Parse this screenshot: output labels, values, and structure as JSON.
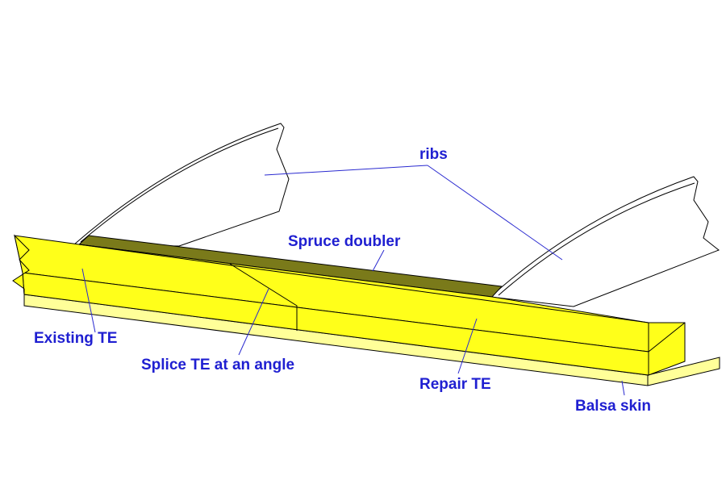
{
  "labels": {
    "ribs": "ribs",
    "spruce_doubler": "Spruce doubler",
    "existing_te": "Existing TE",
    "splice": "Splice TE at an angle",
    "repair_te": "Repair TE",
    "balsa_skin": "Balsa skin"
  },
  "colors": {
    "te_yellow": "#ffff1a",
    "balsa": "#ffff99",
    "spruce": "#7a7a1a",
    "label_blue": "#1f1fd1",
    "background": "#ffffff"
  }
}
